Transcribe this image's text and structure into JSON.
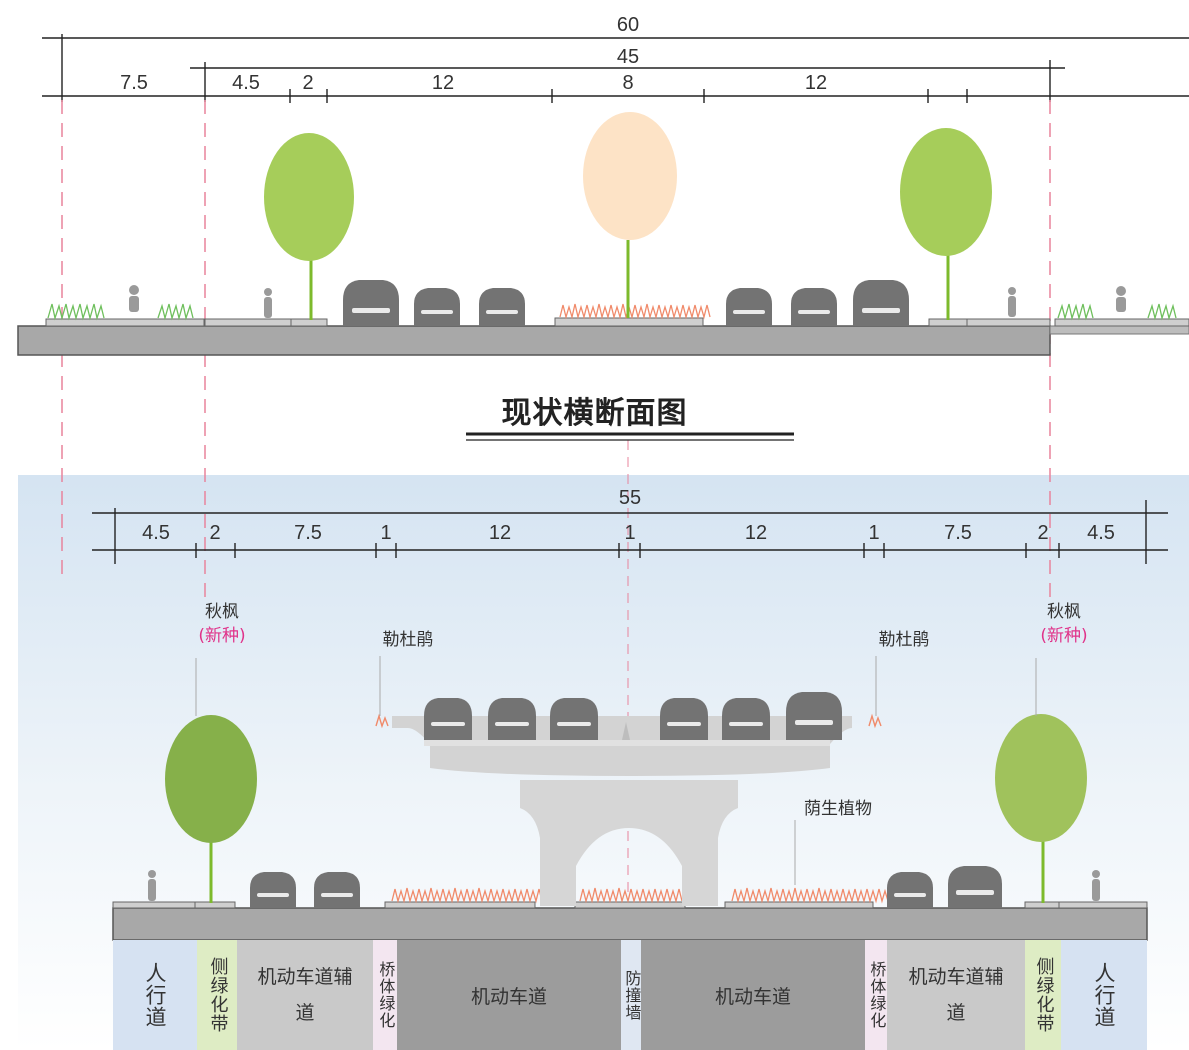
{
  "top_section": {
    "dims_total": "60",
    "dims_red": "45",
    "segments": [
      "7.5",
      "4.5",
      "2",
      "12",
      "8",
      "12"
    ],
    "title": "现状横断面图"
  },
  "bottom_section": {
    "dims_total": "55",
    "segments": [
      "4.5",
      "2",
      "7.5",
      "1",
      "12",
      "1",
      "12",
      "1",
      "7.5",
      "2",
      "4.5"
    ],
    "plants": {
      "left_tree": {
        "name": "秋枫",
        "note": "(新种)"
      },
      "right_tree": {
        "name": "秋枫",
        "note": "(新种)"
      },
      "left_bridge": "勒杜鹃",
      "right_bridge": "勒杜鹃",
      "shade": "荫生植物"
    },
    "lanes": [
      "人行道",
      "侧绿化带",
      "机动车道辅道",
      "桥体绿化",
      "机动车道",
      "防撞墙",
      "机动车道",
      "桥体绿化",
      "机动车道辅道",
      "侧绿化带",
      "人行道"
    ]
  },
  "colors": {
    "tree_green": "#a6cd5a",
    "tree_dark": "#86b04a",
    "tree_peach": "#fde3c6",
    "road": "#a8a8a8",
    "car": "#707070",
    "dashed_red": "#e8849c",
    "sky": "#d9e6f1",
    "lane_blue": "#d6e2f2",
    "lane_green": "#deecc4",
    "lane_gray": "#bdbdbd",
    "lane_dark": "#9c9c9c",
    "lane_pink": "#f3e6f0"
  }
}
